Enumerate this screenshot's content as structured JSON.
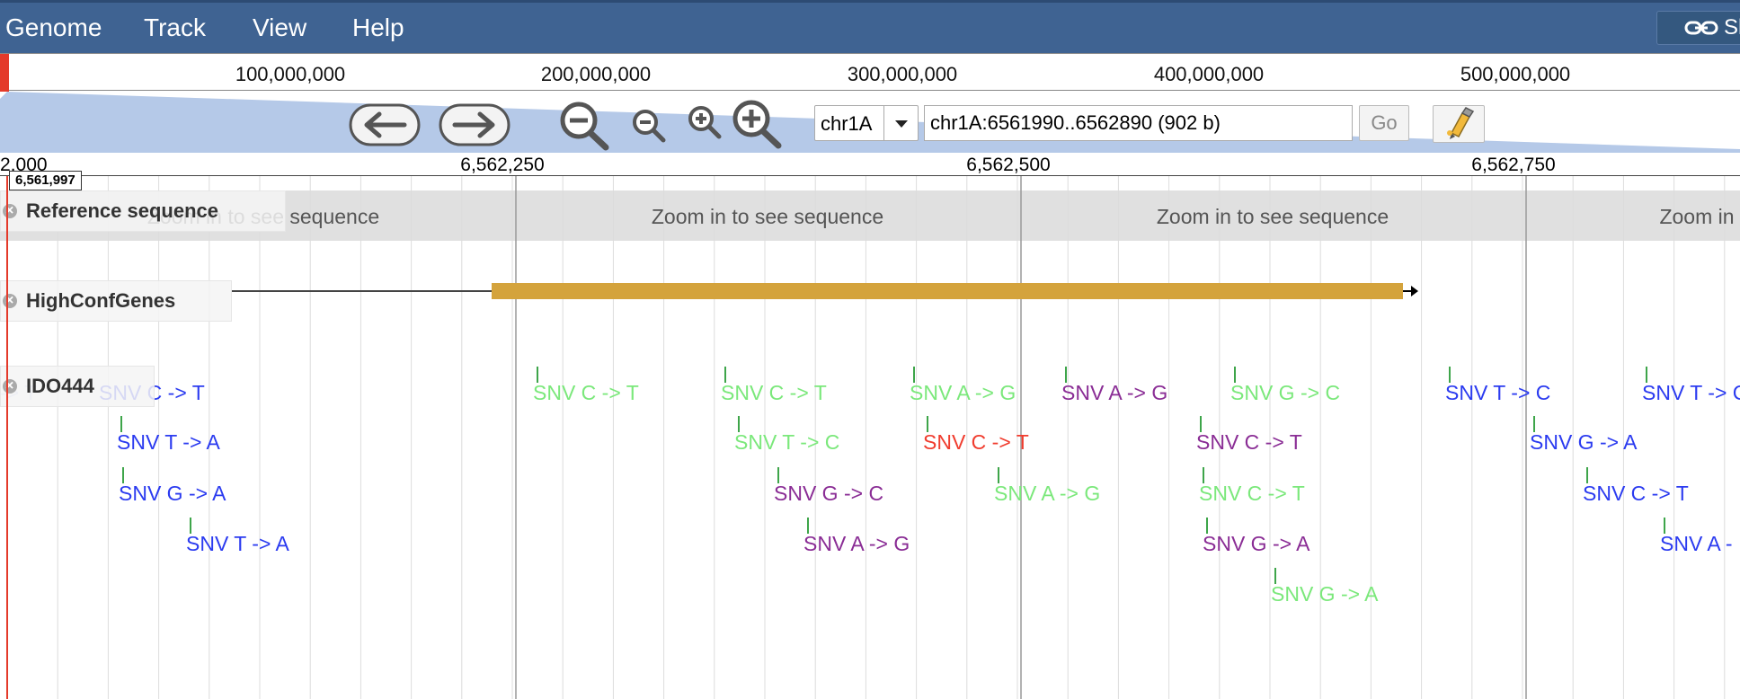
{
  "menu": {
    "items": [
      "Genome",
      "Track",
      "View",
      "Help"
    ],
    "share_label": "Sh"
  },
  "overview": {
    "labels": [
      "100,000,000",
      "200,000,000",
      "300,000,000",
      "400,000,000",
      "500,000,000"
    ]
  },
  "navigation": {
    "chromosome": "chr1A",
    "location": "chr1A:6561990..6562890 (902 b)",
    "go_label": "Go",
    "icons": [
      "back-arrow-icon",
      "forward-arrow-icon",
      "zoom-out-big-icon",
      "zoom-out-small-icon",
      "zoom-in-small-icon",
      "zoom-in-big-icon",
      "highlight-marker-icon"
    ]
  },
  "ruler": {
    "start_label": "2,000",
    "labels": [
      "6,562,250",
      "6,562,500",
      "6,562,750"
    ],
    "position_label": "6,561,997"
  },
  "tracks": {
    "reference": {
      "label": "Reference sequence",
      "zoom_texts": [
        "Zoom in to see sequence",
        "Zoom in to see sequence",
        "Zoom in to see sequence",
        "Zoom in"
      ]
    },
    "genes": {
      "label": "HighConfGenes"
    },
    "variants": {
      "label": "IDO444",
      "features": [
        {
          "text": "-> T",
          "color": "#c9cdf0"
        },
        {
          "text": "SNV C -> T",
          "color": "#2b3bf0"
        },
        {
          "text": "SNV T -> A",
          "color": "#2b3bf0"
        },
        {
          "text": "SNV G -> A",
          "color": "#2b3bf0"
        },
        {
          "text": "SNV T -> A",
          "color": "#2b3bf0"
        },
        {
          "text": "SNV C -> T",
          "color": "#7be87b"
        },
        {
          "text": "SNV C -> T",
          "color": "#7be87b"
        },
        {
          "text": "SNV T -> C",
          "color": "#7be87b"
        },
        {
          "text": "SNV G -> C",
          "color": "#8a2d95"
        },
        {
          "text": "SNV A -> G",
          "color": "#8a2d95"
        },
        {
          "text": "SNV A -> G",
          "color": "#7be87b"
        },
        {
          "text": "SNV C -> T",
          "color": "#f03c2e"
        },
        {
          "text": "SNV A -> G",
          "color": "#7be87b"
        },
        {
          "text": "SNV A -> G",
          "color": "#8a2d95"
        },
        {
          "text": "SNV G -> C",
          "color": "#7be87b"
        },
        {
          "text": "SNV C -> T",
          "color": "#8a2d95"
        },
        {
          "text": "SNV C -> T",
          "color": "#7be87b"
        },
        {
          "text": "SNV G -> A",
          "color": "#8a2d95"
        },
        {
          "text": "SNV G -> A",
          "color": "#7be87b"
        },
        {
          "text": "SNV T -> C",
          "color": "#2b3bf0"
        },
        {
          "text": "SNV G -> A",
          "color": "#2b3bf0"
        },
        {
          "text": "SNV C -> T",
          "color": "#2b3bf0"
        },
        {
          "text": "SNV T -> C",
          "color": "#2b3bf0"
        },
        {
          "text": "SNV A -",
          "color": "#2b3bf0"
        }
      ]
    }
  },
  "colors": {
    "menubar": "#3f6392",
    "gene_feature": "#d4a33c",
    "nav_band": "#b5c9e8"
  }
}
